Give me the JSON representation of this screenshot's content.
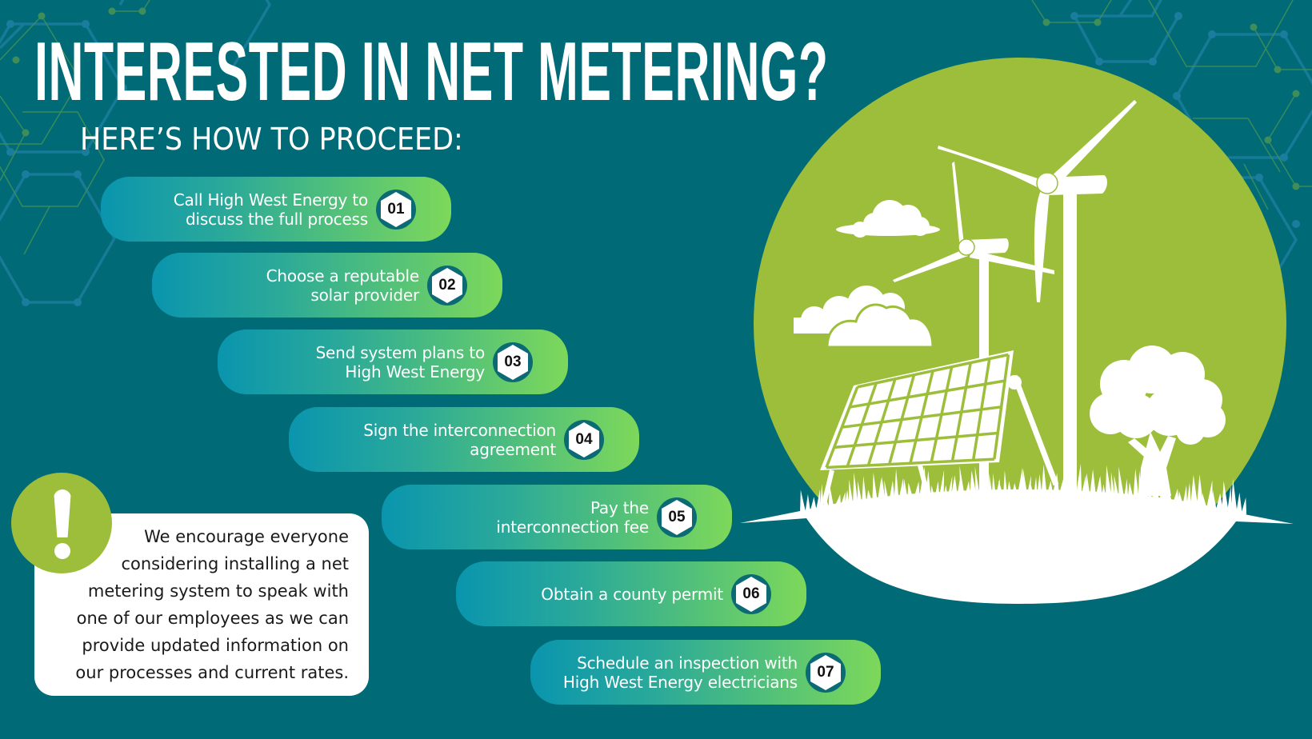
{
  "header": {
    "title": "INTERESTED IN NET METERING?",
    "subtitle": "HERE’S HOW TO PROCEED:"
  },
  "steps": [
    {
      "number": "01",
      "line1": "Call High West Energy to",
      "line2": "discuss the full process"
    },
    {
      "number": "02",
      "line1": "Choose a reputable",
      "line2": "solar provider"
    },
    {
      "number": "03",
      "line1": "Send system plans to",
      "line2": "High West Energy"
    },
    {
      "number": "04",
      "line1": "Sign the interconnection",
      "line2": "agreement"
    },
    {
      "number": "05",
      "line1": "Pay the",
      "line2": "interconnection fee"
    },
    {
      "number": "06",
      "line1": "Obtain a county permit",
      "line2": ""
    },
    {
      "number": "07",
      "line1": "Schedule an inspection with",
      "line2": "High West Energy electricians"
    }
  ],
  "note": {
    "icon": "exclamation-icon",
    "text": "We encourage everyone\nconsidering installing a net\nmetering system to speak with\none of our employees as we can\nprovide updated information on\nour processes and current rates."
  },
  "illustration": {
    "icons": [
      "wind-turbine-icon",
      "solar-panel-icon",
      "tree-icon",
      "cloud-icon"
    ]
  },
  "colors": {
    "background": "#006b76",
    "accent_green": "#9dbe3a",
    "pill_gradient_start": "#0a95ae",
    "pill_gradient_end": "#7dd85a",
    "hex_line_blue": "#1a7fa0",
    "hex_line_green": "#3b8a5a",
    "white": "#ffffff"
  }
}
